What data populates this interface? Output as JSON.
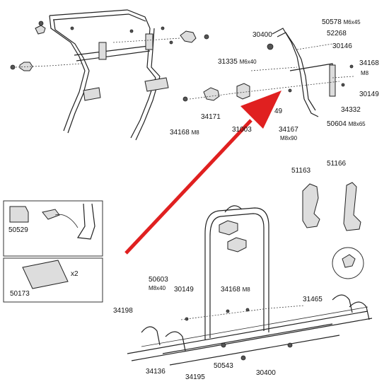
{
  "diagram": {
    "labels": {
      "top_right": [
        {
          "num": "50578",
          "sub": "M6x45"
        },
        {
          "num": "30400",
          "sub": ""
        },
        {
          "num": "52268",
          "sub": ""
        },
        {
          "num": "30146",
          "sub": ""
        },
        {
          "num": "31335",
          "sub": "M6x40"
        },
        {
          "num": "34168",
          "sub": "M8"
        },
        {
          "num": "30149",
          "sub": ""
        },
        {
          "num": "34332",
          "sub": ""
        },
        {
          "num": "34171",
          "sub": ""
        },
        {
          "num": "31003",
          "sub": ""
        },
        {
          "num": "49",
          "sub": ""
        },
        {
          "num": "34167",
          "sub": "M8x90"
        },
        {
          "num": "50604",
          "sub": "M8x65"
        },
        {
          "num": "34168",
          "sub": "M8"
        }
      ],
      "inset": [
        {
          "num": "50529",
          "sub": ""
        },
        {
          "num": "50173",
          "sub": ""
        },
        {
          "num": "x2",
          "sub": ""
        }
      ],
      "bottom": [
        {
          "num": "51163",
          "sub": ""
        },
        {
          "num": "51166",
          "sub": ""
        },
        {
          "num": "50603",
          "sub": "M8x40"
        },
        {
          "num": "30149",
          "sub": ""
        },
        {
          "num": "34168",
          "sub": "M8"
        },
        {
          "num": "31465",
          "sub": ""
        },
        {
          "num": "34198",
          "sub": ""
        },
        {
          "num": "50543",
          "sub": ""
        },
        {
          "num": "30400",
          "sub": ""
        },
        {
          "num": "34136",
          "sub": ""
        },
        {
          "num": "34195",
          "sub": ""
        }
      ]
    },
    "colors": {
      "arrow": "#e02020",
      "line": "#222222"
    }
  }
}
